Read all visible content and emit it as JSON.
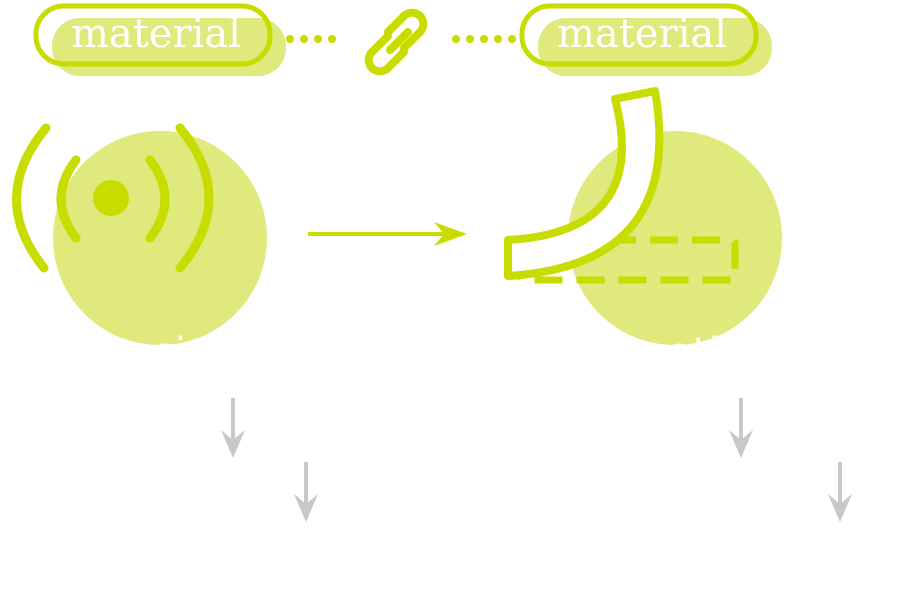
{
  "colors": {
    "accent": "#c8dc00",
    "accent_light": "#dfe97c",
    "arrow_gray": "#c8c8c8",
    "label_text": "#ffffff"
  },
  "top_row": {
    "left_pill_label": "material",
    "right_pill_label": "material",
    "link_icon": "link-icon"
  },
  "left_node": {
    "icon": "signal-broadcast-icon",
    "label": "sensing"
  },
  "right_node": {
    "icon": "bending-actuator-icon",
    "label": "actuation"
  },
  "flow_arrow": "arrow-right-icon",
  "downstream_arrows": [
    "arrow-down-icon",
    "arrow-down-icon",
    "arrow-down-icon",
    "arrow-down-icon"
  ]
}
